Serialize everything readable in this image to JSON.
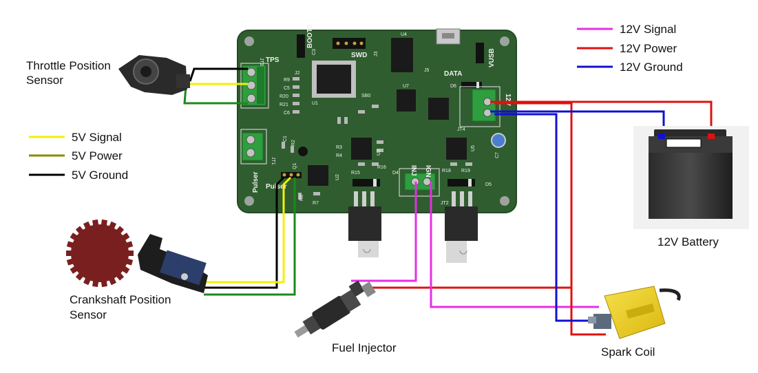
{
  "components": {
    "tps_label": [
      "Throttle Position",
      "Sensor"
    ],
    "crank_label": [
      "Crankshaft Position",
      "Sensor"
    ],
    "injector_label": "Fuel Injector",
    "coil_label": "Spark Coil",
    "battery_label": "12V Battery"
  },
  "legend_left": [
    {
      "label": "5V Signal",
      "color": "#f4f000"
    },
    {
      "label": "5V Power",
      "color": "#8a8a00"
    },
    {
      "label": "5V Ground",
      "color": "#000000"
    }
  ],
  "legend_right": [
    {
      "label": "12V Signal",
      "color": "#e62ee6"
    },
    {
      "label": "12V Power",
      "color": "#e01010"
    },
    {
      "label": "12V Ground",
      "color": "#1010d0"
    }
  ],
  "pcb": {
    "silk": {
      "tps": "TPS",
      "boot0": "BOOT0",
      "swd": "SWD",
      "data": "DATA",
      "vusb": "VUSB",
      "pulser_v": "Pulser",
      "pulser_h": "Pulser",
      "inj": "INJ",
      "ign": "IGN",
      "v12": "12V",
      "u1": "U1",
      "u4": "U4",
      "u5": "U5",
      "u7": "U7",
      "j2": "J2",
      "j3": "J3",
      "j5": "J5",
      "jt1": "JT1",
      "jt2": "JT2",
      "jt3": "JT3",
      "jt4": "JT4",
      "d6": "D6",
      "d5": "D5",
      "d4": "D4",
      "r9": "R9",
      "c5": "C5",
      "r20": "R20",
      "r21": "R21",
      "c6": "C6",
      "c3": "C3",
      "sb0": "SB0",
      "r15": "R15",
      "r16": "R16",
      "r18": "R18",
      "r19": "R19",
      "r3": "R3",
      "r4": "R4",
      "c1": "C1",
      "r2": "R2",
      "c7": "C7",
      "r7": "R7",
      "r8": "R8",
      "q1": "Q1",
      "u2": "U2",
      "u3": "U3"
    }
  },
  "colors": {
    "pcb": "#2f5d2f",
    "pcb_edge": "#234a23",
    "terminal": "#2e9e3e",
    "yellow": "#f4f000",
    "olive": "#8a8a00",
    "green": "#1b8a1b",
    "black": "#000000",
    "magenta": "#e62ee6",
    "red": "#e01010",
    "blue": "#1010d0",
    "coil": "#f2d422"
  }
}
